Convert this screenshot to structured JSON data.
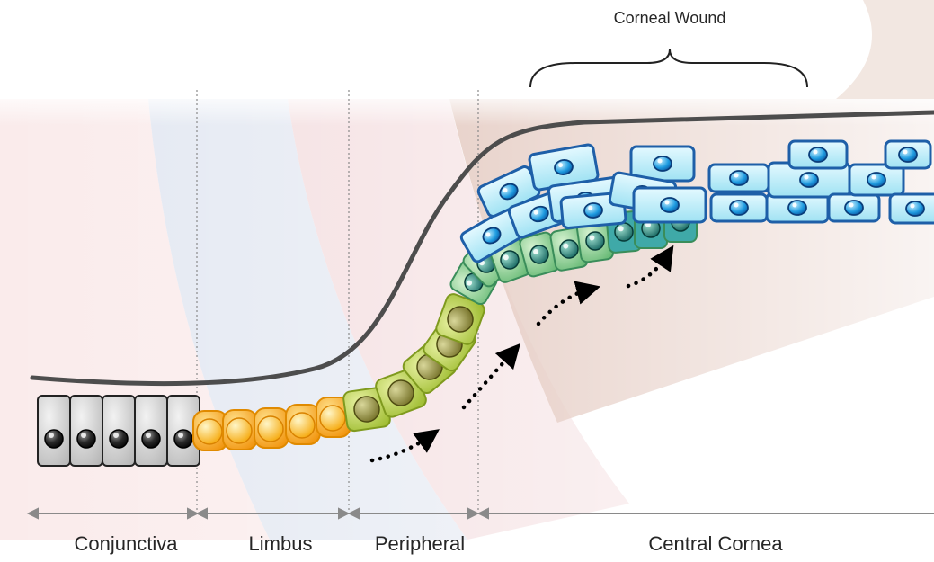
{
  "title": "Corneal Wound",
  "regions": [
    {
      "key": "conjunctiva",
      "label": "Conjunctiva"
    },
    {
      "key": "limbus",
      "label": "Limbus"
    },
    {
      "key": "peripheral",
      "label": "Peripheral"
    },
    {
      "key": "central",
      "label": "Central Cornea"
    }
  ],
  "colors": {
    "conjunctiva_cell": "#c9c9c9",
    "limbal_cell": "#f2a51a",
    "transit_cell": "#8fb83a",
    "peripheral_cell": "#6abf8a",
    "central_cell": "#bfeef8",
    "central_cell_border": "#1e5fa8",
    "nucleus": "#2aa3e0",
    "surface_line": "#4d4d4d",
    "migration_arrow": "#000000",
    "band_pink": "#f6dede",
    "band_blue": "#dde3ef",
    "band_brown": "#cf9d8f"
  }
}
